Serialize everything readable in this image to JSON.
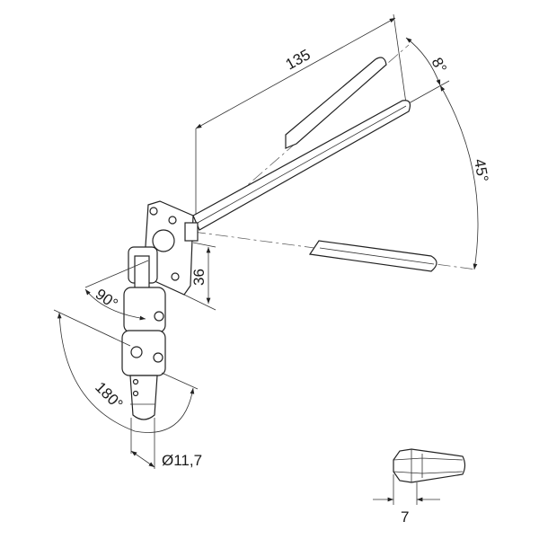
{
  "drawing": {
    "dimensions": {
      "handle_length": "135",
      "offset_angle": "8°",
      "swing_angle": "45°",
      "mount_height": "36",
      "joint_angle": "90°",
      "rotation_angle": "180°",
      "diameter": "Ø11,7",
      "profile_width": "7"
    },
    "line_color": "#222222"
  }
}
